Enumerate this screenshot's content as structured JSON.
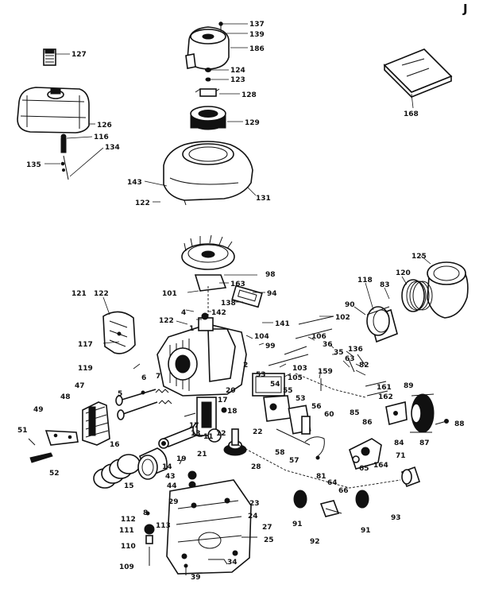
{
  "page_letter": "J",
  "callouts": [
    {
      "key": "c137",
      "text": "137"
    },
    {
      "key": "c139",
      "text": "139"
    },
    {
      "key": "c186",
      "text": "186"
    },
    {
      "key": "c127",
      "text": "127"
    },
    {
      "key": "c124",
      "text": "124"
    },
    {
      "key": "c123",
      "text": "123"
    },
    {
      "key": "c128",
      "text": "128"
    },
    {
      "key": "c129",
      "text": "129"
    },
    {
      "key": "c126",
      "text": "126"
    },
    {
      "key": "c116",
      "text": "116"
    },
    {
      "key": "c134",
      "text": "134"
    },
    {
      "key": "c135",
      "text": "135"
    },
    {
      "key": "c143",
      "text": "143"
    },
    {
      "key": "c131",
      "text": "131"
    },
    {
      "key": "c122a",
      "text": "122"
    },
    {
      "key": "c168",
      "text": "168"
    },
    {
      "key": "c98",
      "text": "98"
    },
    {
      "key": "c163",
      "text": "163"
    },
    {
      "key": "c101",
      "text": "101"
    },
    {
      "key": "c94",
      "text": "94"
    },
    {
      "key": "c138",
      "text": "138"
    },
    {
      "key": "c121",
      "text": "121"
    },
    {
      "key": "c122b",
      "text": "122"
    },
    {
      "key": "c4",
      "text": "4"
    },
    {
      "key": "c142",
      "text": "142"
    },
    {
      "key": "c141",
      "text": "141"
    },
    {
      "key": "c102",
      "text": "102"
    },
    {
      "key": "c125",
      "text": "125"
    },
    {
      "key": "c118",
      "text": "118"
    },
    {
      "key": "c83",
      "text": "83"
    },
    {
      "key": "c120",
      "text": "120"
    },
    {
      "key": "c90",
      "text": "90"
    },
    {
      "key": "c117",
      "text": "117"
    },
    {
      "key": "c122c",
      "text": "122"
    },
    {
      "key": "c1",
      "text": "1"
    },
    {
      "key": "c104",
      "text": "104"
    },
    {
      "key": "c99",
      "text": "99"
    },
    {
      "key": "c106",
      "text": "106"
    },
    {
      "key": "c36",
      "text": "36"
    },
    {
      "key": "c35",
      "text": "35"
    },
    {
      "key": "c136",
      "text": "136"
    },
    {
      "key": "c63",
      "text": "63"
    },
    {
      "key": "c119",
      "text": "119"
    },
    {
      "key": "c103",
      "text": "103"
    },
    {
      "key": "c105",
      "text": "105"
    },
    {
      "key": "c159",
      "text": "159"
    },
    {
      "key": "c82",
      "text": "82"
    },
    {
      "key": "c2",
      "text": "2"
    },
    {
      "key": "c53a",
      "text": "53"
    },
    {
      "key": "c54",
      "text": "54"
    },
    {
      "key": "c55",
      "text": "55"
    },
    {
      "key": "c53b",
      "text": "53"
    },
    {
      "key": "c161",
      "text": "161"
    },
    {
      "key": "c162",
      "text": "162"
    },
    {
      "key": "c89",
      "text": "89"
    },
    {
      "key": "c47",
      "text": "47"
    },
    {
      "key": "c48",
      "text": "48"
    },
    {
      "key": "c5",
      "text": "5"
    },
    {
      "key": "c6",
      "text": "6"
    },
    {
      "key": "c7",
      "text": "7"
    },
    {
      "key": "c20",
      "text": "20"
    },
    {
      "key": "c17a",
      "text": "17"
    },
    {
      "key": "c18",
      "text": "18"
    },
    {
      "key": "c56",
      "text": "56"
    },
    {
      "key": "c60",
      "text": "60"
    },
    {
      "key": "c85",
      "text": "85"
    },
    {
      "key": "c86",
      "text": "86"
    },
    {
      "key": "c88",
      "text": "88"
    },
    {
      "key": "c49",
      "text": "49"
    },
    {
      "key": "c16",
      "text": "16"
    },
    {
      "key": "c13",
      "text": "13"
    },
    {
      "key": "c11",
      "text": "11"
    },
    {
      "key": "c12",
      "text": "12"
    },
    {
      "key": "c17b",
      "text": "17"
    },
    {
      "key": "c22",
      "text": "22"
    },
    {
      "key": "c84",
      "text": "84"
    },
    {
      "key": "c87",
      "text": "87"
    },
    {
      "key": "c51",
      "text": "51"
    },
    {
      "key": "c21",
      "text": "21"
    },
    {
      "key": "c19",
      "text": "19"
    },
    {
      "key": "c14",
      "text": "14"
    },
    {
      "key": "c58",
      "text": "58"
    },
    {
      "key": "c57",
      "text": "57"
    },
    {
      "key": "c65",
      "text": "65"
    },
    {
      "key": "c164",
      "text": "164"
    },
    {
      "key": "c71",
      "text": "71"
    },
    {
      "key": "c52",
      "text": "52"
    },
    {
      "key": "c15",
      "text": "15"
    },
    {
      "key": "c28",
      "text": "28"
    },
    {
      "key": "c43",
      "text": "43"
    },
    {
      "key": "c44",
      "text": "44"
    },
    {
      "key": "c81",
      "text": "81"
    },
    {
      "key": "c64",
      "text": "64"
    },
    {
      "key": "c66",
      "text": "66"
    },
    {
      "key": "c29",
      "text": "29"
    },
    {
      "key": "c23",
      "text": "23"
    },
    {
      "key": "c112",
      "text": "112"
    },
    {
      "key": "c8",
      "text": "8"
    },
    {
      "key": "c113",
      "text": "113"
    },
    {
      "key": "c111",
      "text": "111"
    },
    {
      "key": "c24",
      "text": "24"
    },
    {
      "key": "c27",
      "text": "27"
    },
    {
      "key": "c93",
      "text": "93"
    },
    {
      "key": "c91a",
      "text": "91"
    },
    {
      "key": "c91b",
      "text": "91"
    },
    {
      "key": "c92",
      "text": "92"
    },
    {
      "key": "c25",
      "text": "25"
    },
    {
      "key": "c110",
      "text": "110"
    },
    {
      "key": "c34",
      "text": "34"
    },
    {
      "key": "c109",
      "text": "109"
    },
    {
      "key": "c39",
      "text": "39"
    }
  ]
}
